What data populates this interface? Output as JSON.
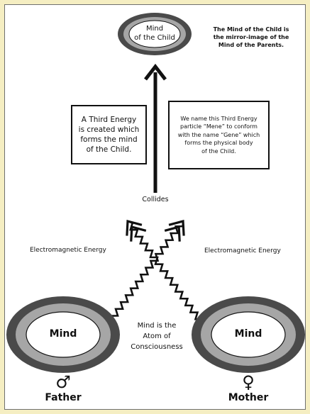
{
  "top_circle": {
    "label_line1": "Mind",
    "label_line2": "of the Child"
  },
  "mirror_note": {
    "line1": "The Mind of the Child is",
    "line2": "the mirror-image of the",
    "line3": "Mind of the Parents."
  },
  "left_box": {
    "line1": "A Third Energy",
    "line2": "is created which",
    "line3": "forms the mind",
    "line4": "of the Child."
  },
  "right_box": {
    "line1": "We name this Third Energy",
    "line2": "particle “Mene” to conform",
    "line3": "with the name “Gene” which",
    "line4": "forms the physical body",
    "line5": "of the Child."
  },
  "collides_label": "Collides",
  "left_energy_label": "Electromagnetic Energy",
  "right_energy_label": "Electromagnetic Energy",
  "center_text": {
    "line1": "Mind is the",
    "line2": "Atom of",
    "line3": "Consciousness"
  },
  "father": {
    "circle_label": "Mind",
    "symbol": "♂",
    "name": "Father"
  },
  "mother": {
    "circle_label": "Mind",
    "symbol": "♀",
    "name": "Mother"
  },
  "colors": {
    "outer_ring": "#4a4a4a",
    "middle_ring": "#a6a6a6",
    "ink": "#111111",
    "background": "#f5eec2"
  }
}
